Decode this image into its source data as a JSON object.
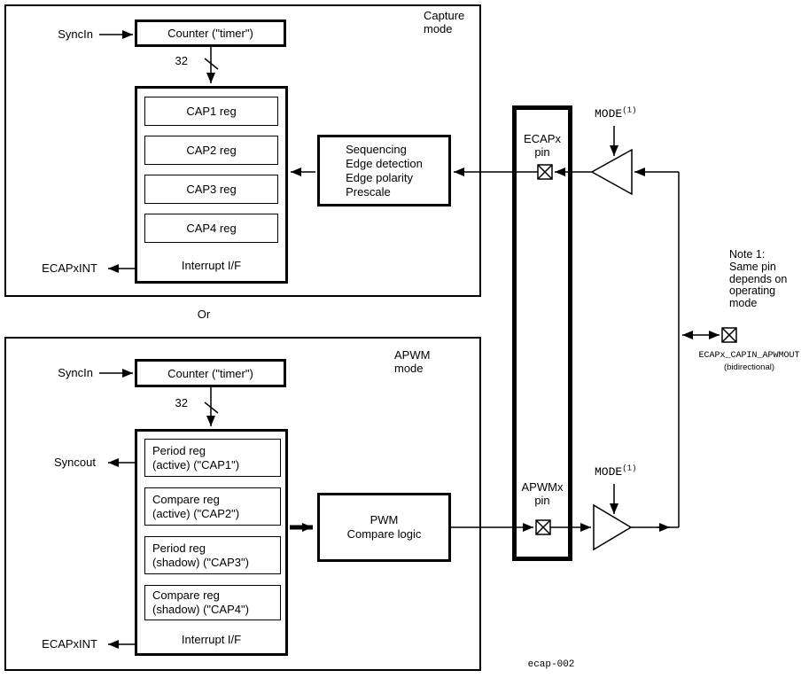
{
  "colors": {
    "foreground": "#000000",
    "background": "#ffffff"
  },
  "capture_section": {
    "mode_label_line1": "Capture",
    "mode_label_line2": "mode",
    "syncin_label": "SyncIn",
    "counter_label": "Counter (\"timer\")",
    "bus_width": "32",
    "registers": [
      "CAP1 reg",
      "CAP2 reg",
      "CAP3 reg",
      "CAP4 reg"
    ],
    "interrupt_label": "Interrupt I/F",
    "interrupt_signal": "ECAPxINT",
    "logic_box_lines": [
      "Sequencing",
      "Edge detection",
      "Edge polarity",
      "Prescale"
    ]
  },
  "or_label": "Or",
  "apwm_section": {
    "mode_label_line1": "APWM",
    "mode_label_line2": "mode",
    "syncin_label": "SyncIn",
    "syncout_label": "Syncout",
    "counter_label": "Counter (\"timer\")",
    "bus_width": "32",
    "registers": [
      [
        "Period reg",
        "(active) (\"CAP1\")"
      ],
      [
        "Compare reg",
        "(active) (\"CAP2\")"
      ],
      [
        "Period reg",
        "(shadow) (\"CAP3\")"
      ],
      [
        "Compare reg",
        "(shadow) (\"CAP4\")"
      ]
    ],
    "interrupt_label": "Interrupt I/F",
    "interrupt_signal": "ECAPxINT",
    "pwm_box_line1": "PWM",
    "pwm_box_line2": "Compare logic"
  },
  "pin_block": {
    "ecapx_pin_line1": "ECAPx",
    "ecapx_pin_line2": "pin",
    "apwmx_pin_line1": "APWMx",
    "apwmx_pin_line2": "pin"
  },
  "mode_label": "MODE",
  "mode_superscript": "(1)",
  "note": {
    "line1": "Note 1:",
    "line2": "Same pin",
    "line3": "depends on",
    "line4": "operating",
    "line5": "mode"
  },
  "external_pin": {
    "label": "ECAPx_CAPIN_APWMOUT",
    "sublabel": "(bidirectional)"
  },
  "figure_id": "ecap-002"
}
